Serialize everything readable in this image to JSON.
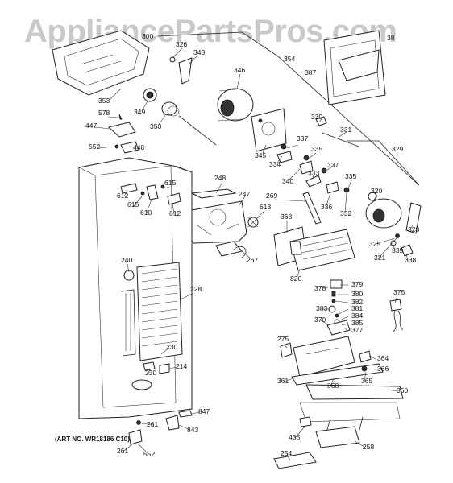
{
  "watermark": "AppliancePartsPros.com",
  "art_number": "(ART NO. WR18186 C10)",
  "callouts": {
    "c300": "300",
    "c326": "326",
    "c348": "348",
    "c354": "354",
    "c38": "38",
    "c387": "387",
    "c346": "346",
    "c353": "353",
    "c349": "349",
    "c578": "578",
    "c350": "350",
    "c447": "447",
    "c552a": "552",
    "c448": "448",
    "c345": "345",
    "c330": "330",
    "c331": "331",
    "c337a": "337",
    "c335a": "335",
    "c334": "334",
    "c333": "333",
    "c340": "340",
    "c337b": "337",
    "c329": "329",
    "c335b": "335",
    "c248": "248",
    "c247": "247",
    "c269": "269",
    "c320": "320",
    "c612a": "612",
    "c615a": "615",
    "c615b": "615",
    "c610": "610",
    "c612b": "612",
    "c613": "613",
    "c336": "336",
    "c332": "332",
    "c368": "368",
    "c328": "328",
    "c325": "325",
    "c339": "339",
    "c321": "321",
    "c338": "338",
    "c267": "267",
    "c240": "240",
    "c820": "820",
    "c228": "228",
    "c378": "378",
    "c379": "379",
    "c380": "380",
    "c382": "382",
    "c375": "375",
    "c383": "383",
    "c381": "381",
    "c384": "384",
    "c370": "370",
    "c385": "385",
    "c377": "377",
    "c275": "275",
    "c230a": "230",
    "c364": "364",
    "c214": "214",
    "c366": "366",
    "c230b": "230",
    "c361": "361",
    "c365": "365",
    "c368b": "368",
    "c360": "360",
    "c847": "847",
    "c261a": "261",
    "c843": "843",
    "c435": "435",
    "c258": "258",
    "c261b": "261",
    "c552b": "552",
    "c254": "254"
  }
}
